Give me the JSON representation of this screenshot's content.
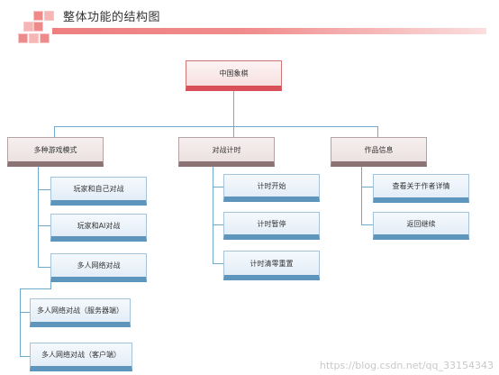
{
  "title": "整体功能的结构图",
  "root": {
    "label": "中国象棋"
  },
  "categories": [
    {
      "label": "多种游戏模式",
      "items": [
        {
          "label": "玩家和自己对战"
        },
        {
          "label": "玩家和AI对战"
        },
        {
          "label": "多人网络对战"
        }
      ],
      "sub_items": [
        {
          "label": "多人网络对战（服务器端）"
        },
        {
          "label": "多人网络对战（客户端）"
        }
      ]
    },
    {
      "label": "对战计时",
      "items": [
        {
          "label": "计时开始"
        },
        {
          "label": "计时暂停"
        },
        {
          "label": "计时清零重置"
        }
      ]
    },
    {
      "label": "作品信息",
      "items": [
        {
          "label": "查看关于作者详情"
        },
        {
          "label": "返回继续"
        }
      ]
    }
  ],
  "watermark": "https://blog.csdn.net/qq_33154343",
  "colors": {
    "header_accent": "#ef8a8a",
    "root_bar": "#d9505a",
    "category_bar": "#8c7373",
    "leaf_bar": "#5e95bd",
    "connector": "#6fa9cc"
  }
}
